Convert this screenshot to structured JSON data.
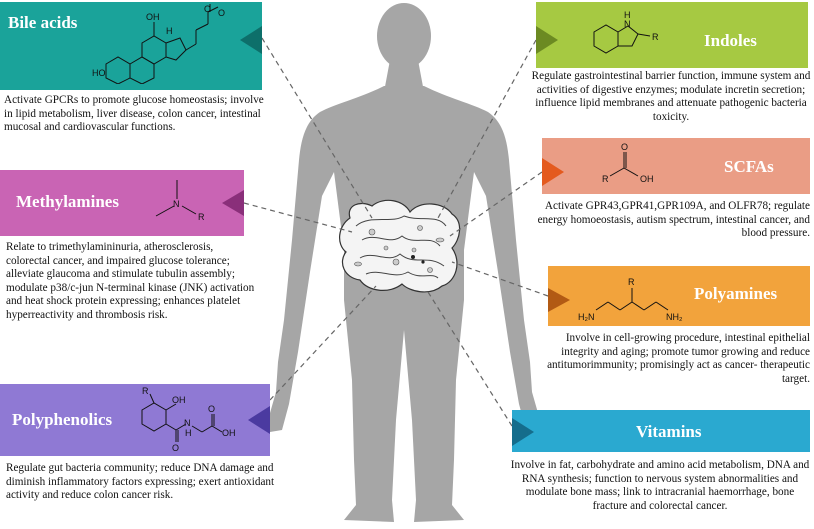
{
  "metabolites": {
    "bile_acids": {
      "title": "Bile acids",
      "description": "Activate GPCRs to promote glucose homeostasis; involve in lipid metabolism, liver disease, colon cancer, intestinal mucosal and cardiovascular functions.",
      "color": "#1aa39a"
    },
    "methylamines": {
      "title": "Methylamines",
      "description": "Relate to trimethylamininuria, atherosclerosis, colorectal cancer, and impaired glucose tolerance; alleviate glaucoma and stimulate tubulin assembly; modulate p38/c-jun N-terminal kinase (JNK) activation and heat shock protein expressing; enhances platelet hyperreactivity and thrombosis risk.",
      "color": "#c964b4"
    },
    "polyphenolics": {
      "title": "Polyphenolics",
      "description": "Regulate gut bacteria community; reduce DNA damage and diminish inflammatory factors expressing; exert antioxidant activity and reduce colon cancer risk.",
      "color": "#8f79d4"
    },
    "indoles": {
      "title": "Indoles",
      "description": "Regulate gastrointestinal barrier function, immune system and activities of digestive enzymes; modulate incretin secretion; influence lipid membranes and attenuate pathogenic bacteria toxicity.",
      "color": "#a6c942"
    },
    "scfas": {
      "title": "SCFAs",
      "description": "Activate GPR43,GPR41,GPR109A, and OLFR78; regulate energy homoeostasis, autism spectrum, intestinal cancer, and blood pressure.",
      "color": "#ea9d85"
    },
    "polyamines": {
      "title": "Polyamines",
      "description": "Involve in cell-growing procedure, intestinal epithelial integrity and aging; promote tumor growing and reduce antitumorimmunity; promisingly act as cancer- therapeutic target.",
      "color": "#f2a33c"
    },
    "vitamins": {
      "title": "Vitamins",
      "description": "Involve in fat, carbohydrate and amino acid metabolism, DNA and RNA synthesis; function to nervous system abnormalities and modulate bone mass; link to intracranial haemorrhage, bone fracture and colorectal cancer.",
      "color": "#2aa9d0"
    }
  },
  "structure_labels": {
    "bile_oh1": "OH",
    "bile_oh2": "OH",
    "bile_h": "H",
    "bile_ho": "HO",
    "bile_o": "O",
    "bile_ominus": "O",
    "methyl_n": "N",
    "methyl_r": "R",
    "indole_h": "H",
    "indole_n": "N",
    "indole_r": "R",
    "scfa_r": "R",
    "scfa_o": "O",
    "scfa_oh": "OH",
    "poly_r": "R",
    "poly_h2n": "H₂N",
    "poly_nh2": "NH₂",
    "phen_r": "R",
    "phen_oh": "OH",
    "phen_o1": "O",
    "phen_o2": "O",
    "phen_n": "N",
    "phen_h": "H",
    "phen_oh2": "OH"
  },
  "icons": {
    "figure": "human-silhouette-icon",
    "gut": "intestine-with-bacteria-icon"
  },
  "colors": {
    "silhouette": "#a6a6a6",
    "connector": "#666666"
  }
}
